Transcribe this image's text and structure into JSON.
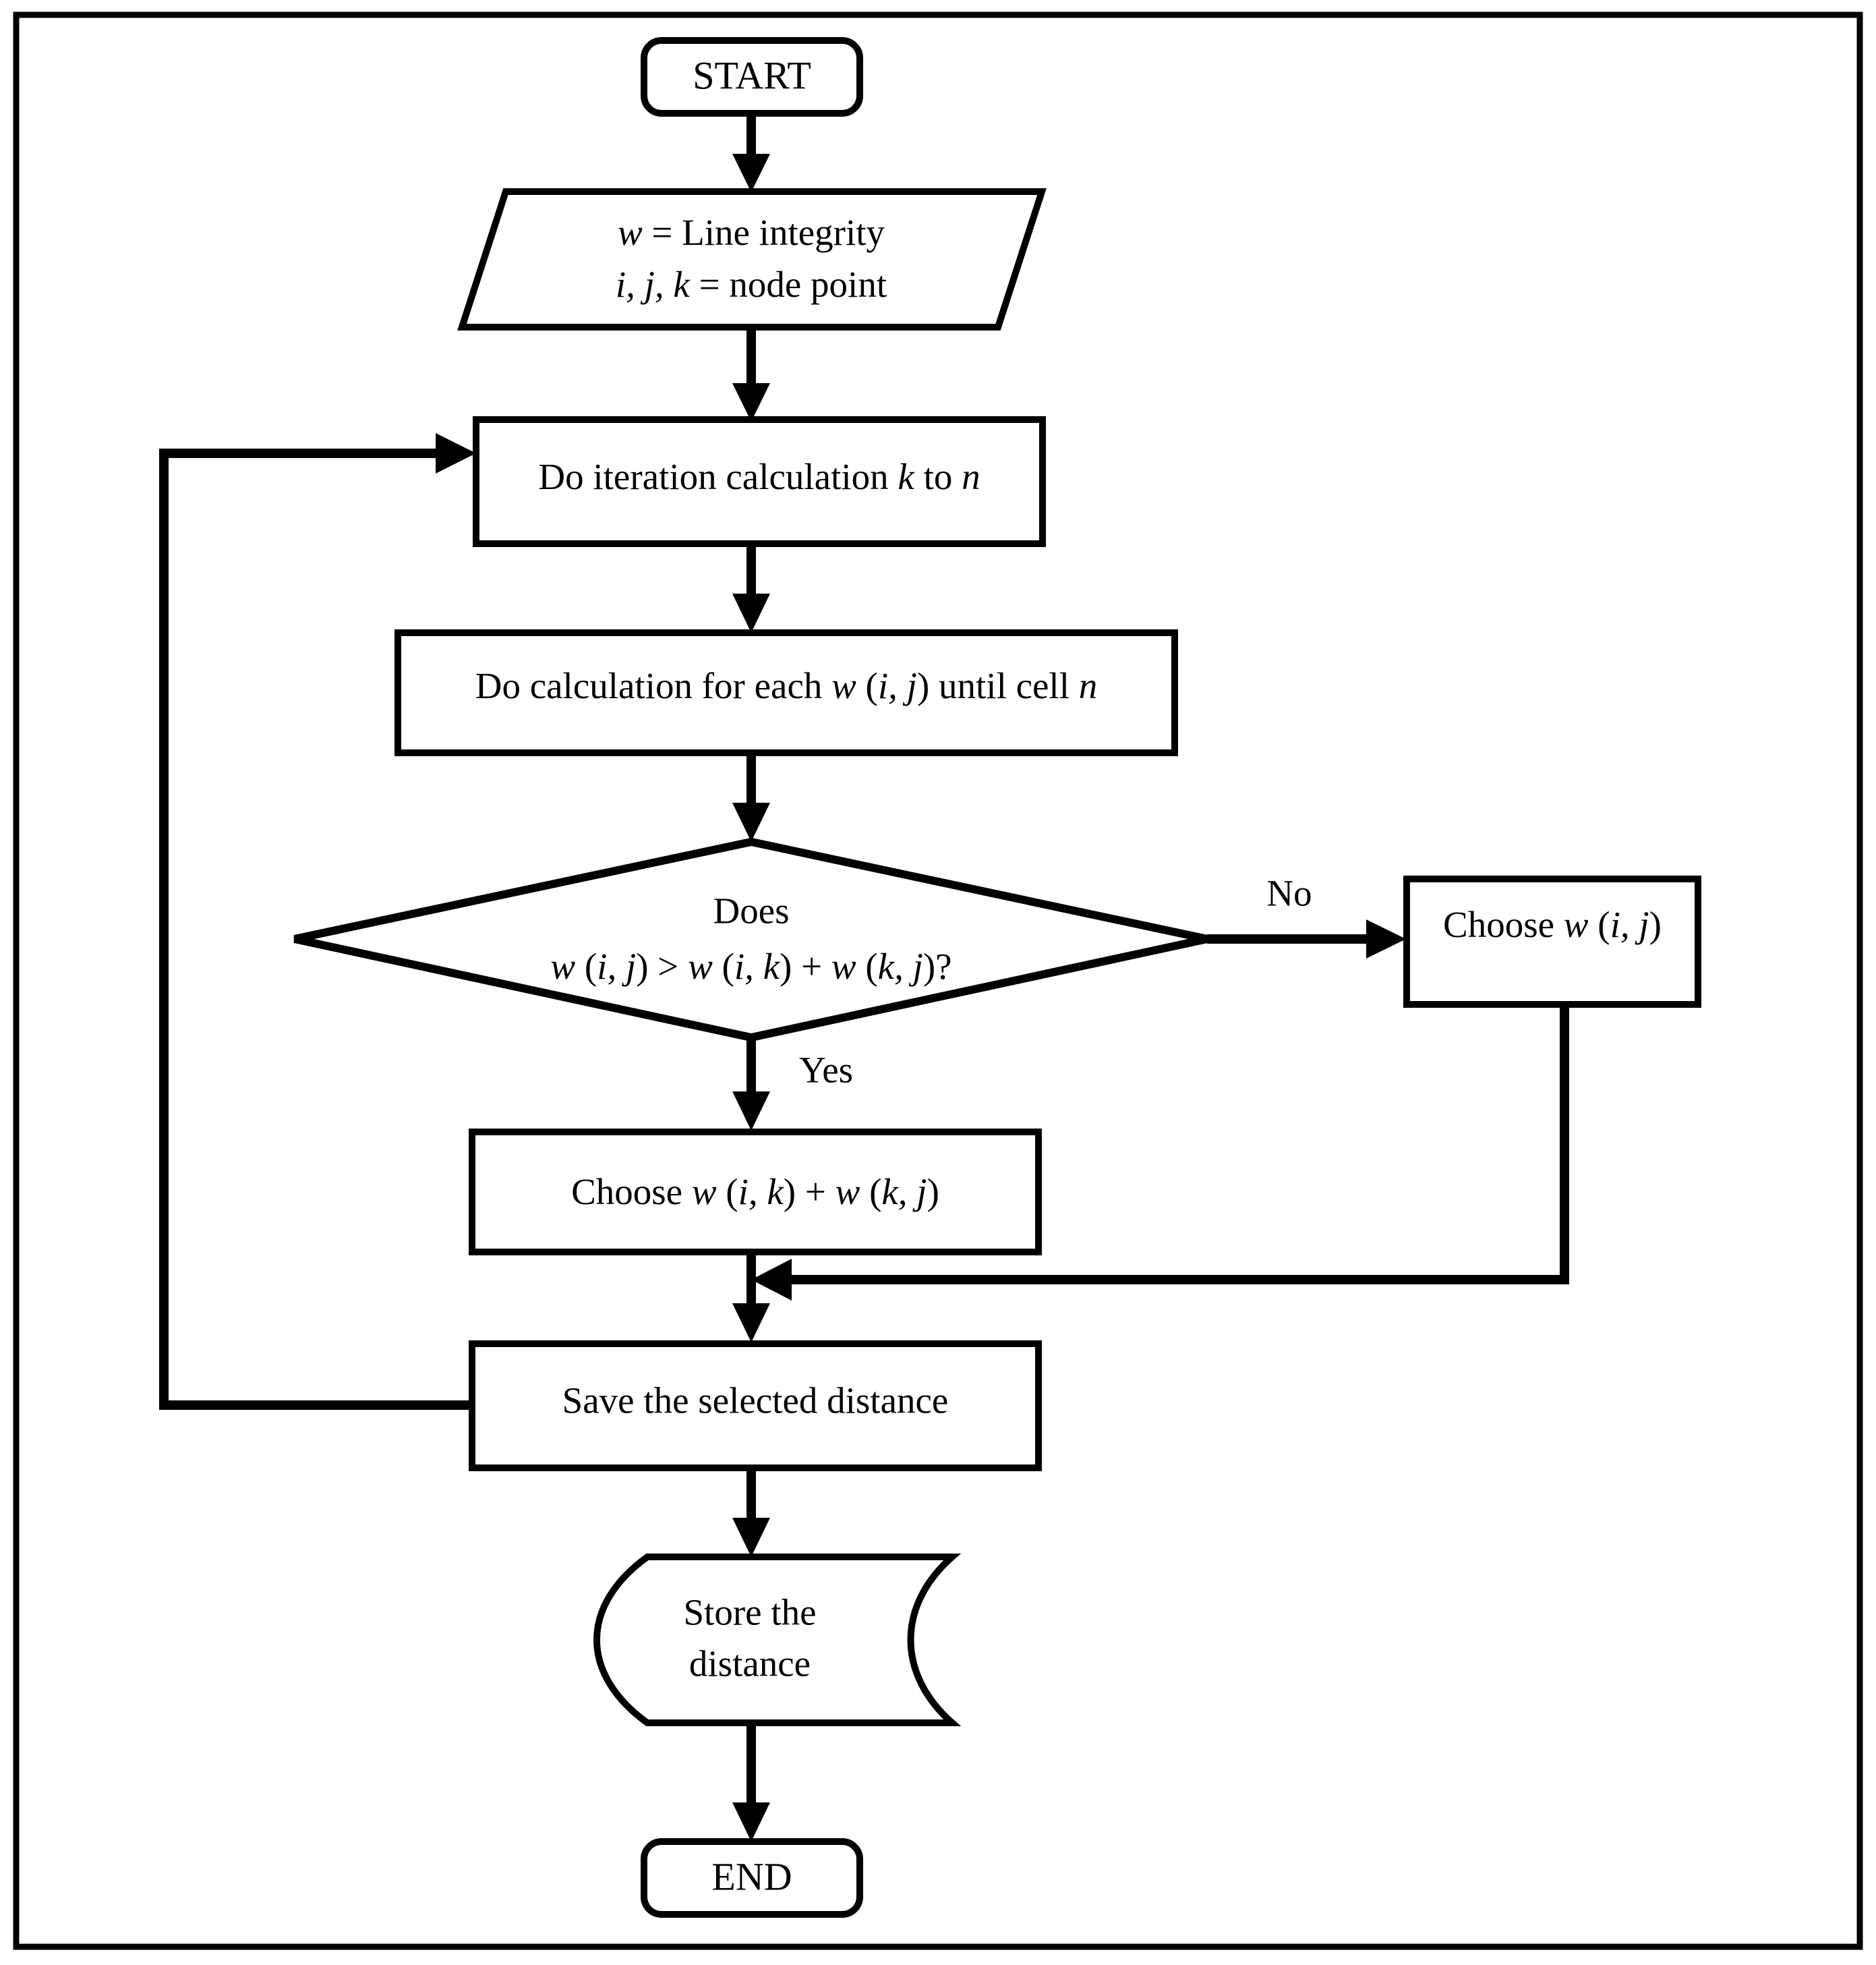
{
  "diagram": {
    "title": "Flowchart of shortest path (Floyd-Warshall style) distance calculation",
    "type": "flowchart",
    "frame": {
      "visible": true,
      "color": "#000000"
    },
    "background": "#ffffff",
    "line_color": "#000000"
  },
  "nodes": {
    "start": {
      "id": "start",
      "shape": "rounded-rectangle",
      "label": "START"
    },
    "input": {
      "id": "input",
      "shape": "parallelogram",
      "line1_var": "w",
      "line1_rest": " = Line integrity",
      "line2_var": "i, j, k",
      "line2_rest": " = node point"
    },
    "iteration": {
      "id": "iteration",
      "shape": "rectangle",
      "text_a": "Do iteration calculation ",
      "text_var1": "k",
      "text_b": " to ",
      "text_var2": "n"
    },
    "cell_calc": {
      "id": "cell_calc",
      "shape": "rectangle",
      "text_a": "Do calculation for each ",
      "text_var1": "w",
      "text_b": " (",
      "text_var2": "i, j",
      "text_c": ") until cell ",
      "text_var3": "n"
    },
    "decision": {
      "id": "decision",
      "shape": "diamond",
      "line1": "Does",
      "line2_parts": {
        "w1": "w",
        "p1": " (",
        "v1": "i, j",
        "p2": ") > ",
        "w2": "w",
        "p3": " (",
        "v2": "i, k",
        "p4": ") + ",
        "w3": "w",
        "p5": " (",
        "v3": "k, j",
        "p6": ")?"
      }
    },
    "choose_no": {
      "id": "choose_no",
      "shape": "rectangle",
      "text_a": "Choose ",
      "text_var1": "w",
      "text_b": " (",
      "text_var2": "i, j",
      "text_c": ")"
    },
    "choose_yes": {
      "id": "choose_yes",
      "shape": "rectangle",
      "text_a": "Choose ",
      "text_var1": "w",
      "text_b": " (",
      "text_var2": "i, k",
      "text_c": ") + ",
      "text_var3": "w",
      "text_d": " (",
      "text_var4": "k, j",
      "text_e": ")"
    },
    "save": {
      "id": "save",
      "shape": "rectangle",
      "label": "Save the selected distance"
    },
    "store": {
      "id": "store",
      "shape": "direct-data-cylinder",
      "line1": "Store the",
      "line2": "distance"
    },
    "end": {
      "id": "end",
      "shape": "rounded-rectangle",
      "label": "END"
    }
  },
  "edges": [
    {
      "from": "start",
      "to": "input",
      "label": ""
    },
    {
      "from": "input",
      "to": "iteration",
      "label": ""
    },
    {
      "from": "iteration",
      "to": "cell_calc",
      "label": ""
    },
    {
      "from": "cell_calc",
      "to": "decision",
      "label": ""
    },
    {
      "from": "decision",
      "to": "choose_no",
      "label": "No"
    },
    {
      "from": "decision",
      "to": "choose_yes",
      "label": "Yes"
    },
    {
      "from": "choose_yes",
      "to": "save",
      "label": ""
    },
    {
      "from": "choose_no",
      "to": "save",
      "label": ""
    },
    {
      "from": "save",
      "to": "iteration",
      "label": ""
    },
    {
      "from": "save",
      "to": "store",
      "label": ""
    },
    {
      "from": "store",
      "to": "end",
      "label": ""
    }
  ],
  "edge_labels": {
    "no": "No",
    "yes": "Yes"
  }
}
